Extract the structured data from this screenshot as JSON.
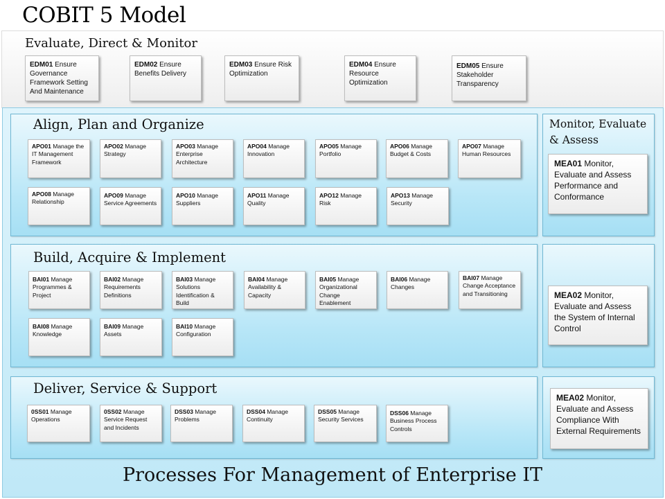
{
  "title": "COBIT 5 Model",
  "edm": {
    "heading": "Evaluate, Direct & Monitor",
    "items": [
      {
        "code": "EDM01",
        "text": " Ensure Governance Framework Setting And Maintenance"
      },
      {
        "code": "EDM02",
        "text": " Ensure Benefits Delivery"
      },
      {
        "code": "EDM03",
        "text": " Ensure Risk Optimization"
      },
      {
        "code": "EDM04",
        "text": " Ensure Resource Optimization"
      },
      {
        "code": "EDM05",
        "text": " Ensure Stakeholder Transparency"
      }
    ]
  },
  "apo": {
    "heading": "Align, Plan and Organize",
    "items": [
      {
        "code": "APO01",
        "text": " Manage the IT Management Framework"
      },
      {
        "code": "APO02",
        "text": " Manage Strategy"
      },
      {
        "code": "APO03",
        "text": " Manage Enterprise Architecture"
      },
      {
        "code": "APO04",
        "text": " Manage Innovation"
      },
      {
        "code": "APO05",
        "text": " Manage Portfolio"
      },
      {
        "code": "APO06",
        "text": " Manage Budget & Costs"
      },
      {
        "code": "APO07",
        "text": " Manage Human Resources"
      },
      {
        "code": "APO08",
        "text": " Manage Relationship"
      },
      {
        "code": "APO09",
        "text": " Manage Service Agreements"
      },
      {
        "code": "APO10",
        "text": " Manage Suppliers"
      },
      {
        "code": "APO11",
        "text": " Manage Quality"
      },
      {
        "code": "APO12",
        "text": " Manage Risk"
      },
      {
        "code": "APO13",
        "text": " Manage Security"
      }
    ]
  },
  "bai": {
    "heading": "Build, Acquire & Implement",
    "items": [
      {
        "code": "BAI01",
        "text": " Manage Programmes & Project"
      },
      {
        "code": "BAI02",
        "text": " Manage Requirements Definitions"
      },
      {
        "code": "BAI03",
        "text": " Manage Solutions Identification & Build"
      },
      {
        "code": "BAI04",
        "text": " Manage Availability & Capacity"
      },
      {
        "code": "BAI05",
        "text": " Manage Organizational Change Enablement"
      },
      {
        "code": "BAI06",
        "text": " Manage Changes"
      },
      {
        "code": "BAI07",
        "text": " Manage Change Acceptance and Transitioning"
      },
      {
        "code": "BAI08",
        "text": " Manage Knowledge"
      },
      {
        "code": "BAI09",
        "text": " Manage Assets"
      },
      {
        "code": "BAI10",
        "text": " Manage Configuration"
      }
    ]
  },
  "dss": {
    "heading": "Deliver, Service & Support",
    "items": [
      {
        "code": "0SS01",
        "text": " Manage Operations"
      },
      {
        "code": "0SS02",
        "text": " Manage Service Request and Incidents"
      },
      {
        "code": "DSS03",
        "text": " Manage Problems"
      },
      {
        "code": "DSS04",
        "text": " Manage Continuity"
      },
      {
        "code": "DSS05",
        "text": " Manage Security Services"
      },
      {
        "code": "DSS06",
        "text": " Manage Business Process Controls"
      }
    ]
  },
  "mea": {
    "heading": "Monitor, Evaluate & Assess",
    "items": [
      {
        "code": "MEA01",
        "text": " Monitor, Evaluate and Assess Performance and Conformance"
      },
      {
        "code": "MEA02",
        "text": " Monitor, Evaluate and Assess the System of Internal Control"
      },
      {
        "code": "MEA02",
        "text": " Monitor, Evaluate and Assess Compliance With External Requirements"
      }
    ]
  },
  "footer": "Processes For Management of  Enterprise IT"
}
